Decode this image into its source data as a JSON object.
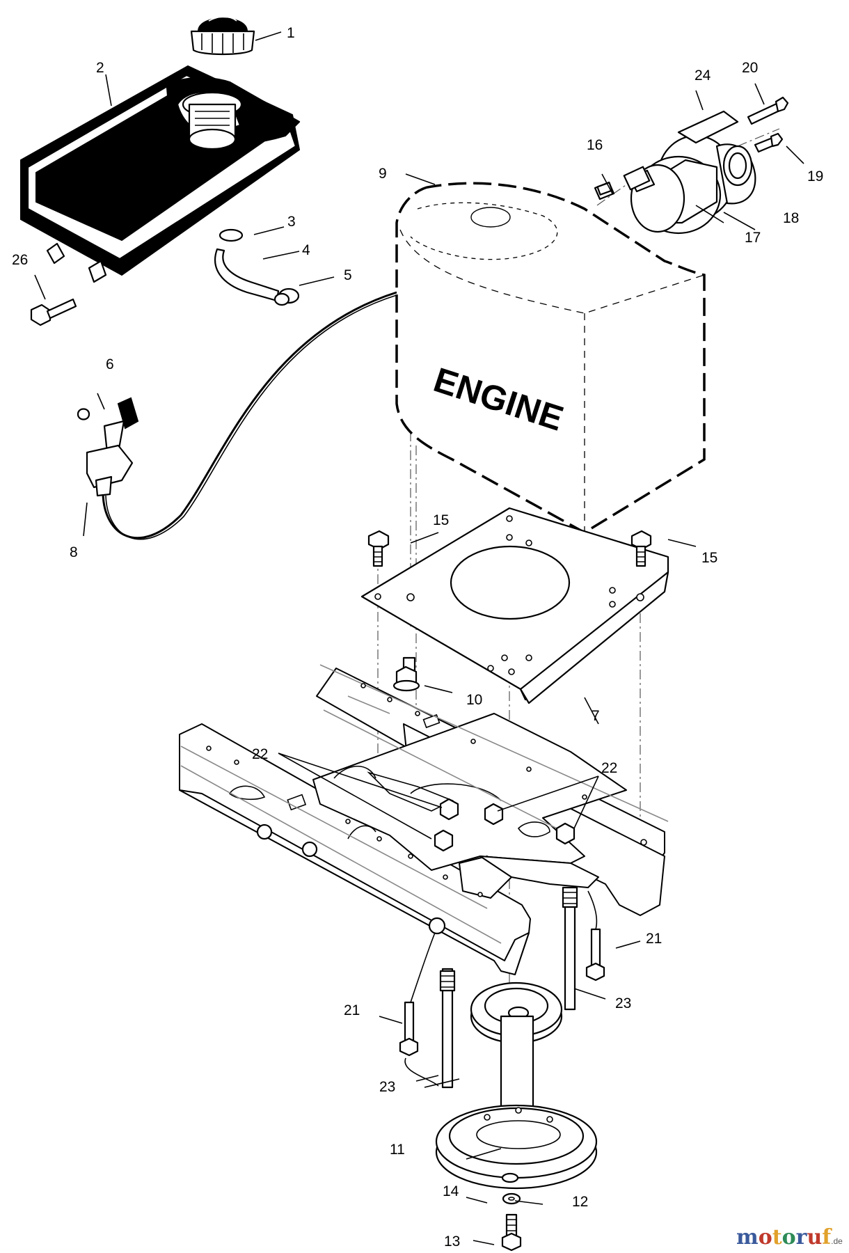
{
  "diagram": {
    "engine_label": "ENGINE",
    "watermark": {
      "letters": [
        {
          "ch": "m",
          "color": "#3a5a9c"
        },
        {
          "ch": "o",
          "color": "#c0392b"
        },
        {
          "ch": "t",
          "color": "#e1a12b"
        },
        {
          "ch": "o",
          "color": "#2e8b57"
        },
        {
          "ch": "r",
          "color": "#3a5a9c"
        },
        {
          "ch": "u",
          "color": "#c0392b"
        },
        {
          "ch": "f",
          "color": "#e1a12b"
        }
      ],
      "suffix": ".de"
    },
    "callouts": [
      {
        "id": "c1",
        "text": "1"
      },
      {
        "id": "c2",
        "text": "2"
      },
      {
        "id": "c3",
        "text": "3"
      },
      {
        "id": "c4",
        "text": "4"
      },
      {
        "id": "c5",
        "text": "5"
      },
      {
        "id": "c6",
        "text": "6"
      },
      {
        "id": "c7",
        "text": "7"
      },
      {
        "id": "c8",
        "text": "8"
      },
      {
        "id": "c9",
        "text": "9"
      },
      {
        "id": "c10",
        "text": "10"
      },
      {
        "id": "c11",
        "text": "11"
      },
      {
        "id": "c12",
        "text": "12"
      },
      {
        "id": "c13",
        "text": "13"
      },
      {
        "id": "c14",
        "text": "14"
      },
      {
        "id": "c15a",
        "text": "15"
      },
      {
        "id": "c15b",
        "text": "15"
      },
      {
        "id": "c16",
        "text": "16"
      },
      {
        "id": "c17",
        "text": "17"
      },
      {
        "id": "c18",
        "text": "18"
      },
      {
        "id": "c19",
        "text": "19"
      },
      {
        "id": "c20",
        "text": "20"
      },
      {
        "id": "c21a",
        "text": "21"
      },
      {
        "id": "c21b",
        "text": "21"
      },
      {
        "id": "c22a",
        "text": "22"
      },
      {
        "id": "c22b",
        "text": "22"
      },
      {
        "id": "c23a",
        "text": "23"
      },
      {
        "id": "c23b",
        "text": "23"
      },
      {
        "id": "c24",
        "text": "24"
      },
      {
        "id": "c26",
        "text": "26"
      }
    ]
  }
}
